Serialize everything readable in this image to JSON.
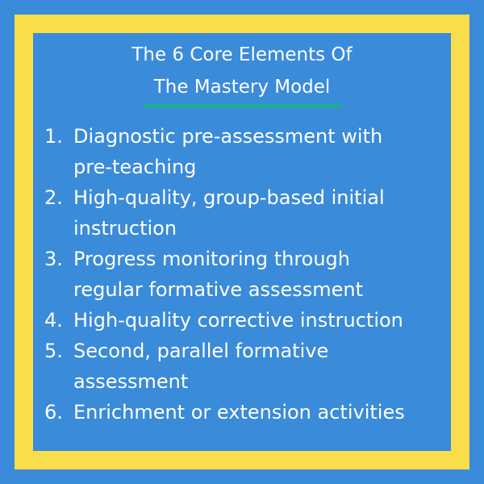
{
  "title": {
    "line1": "The 6 Core Elements Of",
    "line2": "The Mastery Model"
  },
  "colors": {
    "background": "#3a8bd9",
    "border": "#f9dd4a",
    "underline": "#17b585",
    "text": "#ffffff"
  },
  "items": [
    {
      "num": "1.",
      "lines": [
        "Diagnostic pre-assessment with",
        "pre-teaching"
      ]
    },
    {
      "num": "2.",
      "lines": [
        "High-quality, group-based initial",
        "instruction"
      ]
    },
    {
      "num": "3.",
      "lines": [
        "Progress monitoring through",
        "regular formative assessment"
      ]
    },
    {
      "num": "4.",
      "lines": [
        "High-quality corrective instruction"
      ]
    },
    {
      "num": "5.",
      "lines": [
        "Second, parallel formative",
        "assessment"
      ]
    },
    {
      "num": "6.",
      "lines": [
        "Enrichment or extension activities"
      ]
    }
  ]
}
